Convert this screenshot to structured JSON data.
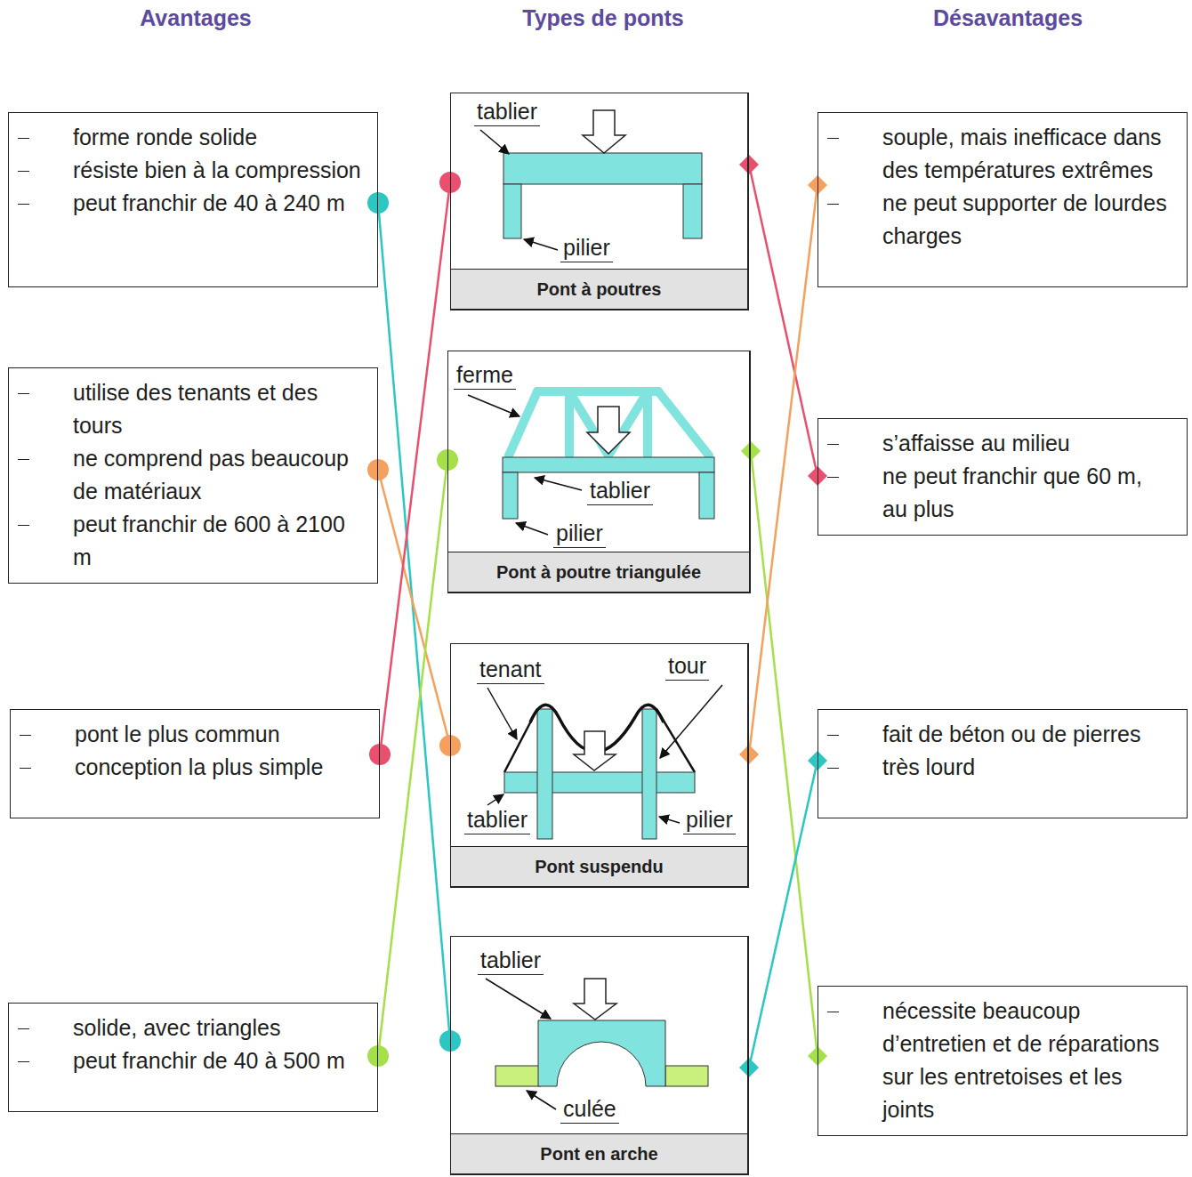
{
  "diagram": {
    "nodes": [
      {
        "text": [
          "forme ronde solide",
          "résiste bien à la compression",
          "peut franchir de 40 à 240 m"
        ]
      },
      {
        "text": [
          "utilise des tenants et des tours",
          "ne comprend pas beaucoup de matériaux",
          "peut franchir de 600 à 2100 m"
        ]
      },
      {
        "text": [
          "pont le plus commun",
          "conception la plus simple"
        ]
      },
      {
        "text": [
          "solide, avec triangles",
          "peut franchir de 40 à 500 m"
        ]
      },
      {
        "text": [
          "Pont à poutres"
        ]
      },
      {
        "text": [
          "Pont à poutre triangulée"
        ]
      },
      {
        "text": [
          "Pont suspendu"
        ]
      },
      {
        "text": [
          "Pont en arche"
        ]
      },
      {
        "text": [
          "souple, mais inefficace dans des températures extrêmes",
          "ne peut supporter de lourdes charges"
        ]
      },
      {
        "text": [
          "s’affaisse au milieu",
          "ne peut franchir que 60 m, au plus"
        ]
      },
      {
        "text": [
          "fait de béton ou de pierres",
          "très lourd"
        ]
      },
      {
        "text": [
          "nécessite beaucoup d’entretien et de réparations sur les entretoises et les joints"
        ]
      }
    ],
    "edges": [
      {
        "from": 0,
        "to": 7,
        "arrow": "none"
      },
      {
        "from": 1,
        "to": 6,
        "arrow": "none"
      },
      {
        "from": 2,
        "to": 4,
        "arrow": "none"
      },
      {
        "from": 3,
        "to": 5,
        "arrow": "none"
      },
      {
        "from": 4,
        "to": 9,
        "arrow": "none"
      },
      {
        "from": 5,
        "to": 11,
        "arrow": "none"
      },
      {
        "from": 6,
        "to": 8,
        "arrow": "none"
      },
      {
        "from": 7,
        "to": 10,
        "arrow": "none"
      }
    ],
    "labels": [
      "Avantages",
      "Types de ponts",
      "Désavantages",
      "tablier",
      "pilier",
      "ferme",
      "tablier",
      "pilier",
      "tenant",
      "tour",
      "tablier",
      "pilier",
      "tablier",
      "culée"
    ]
  }
}
